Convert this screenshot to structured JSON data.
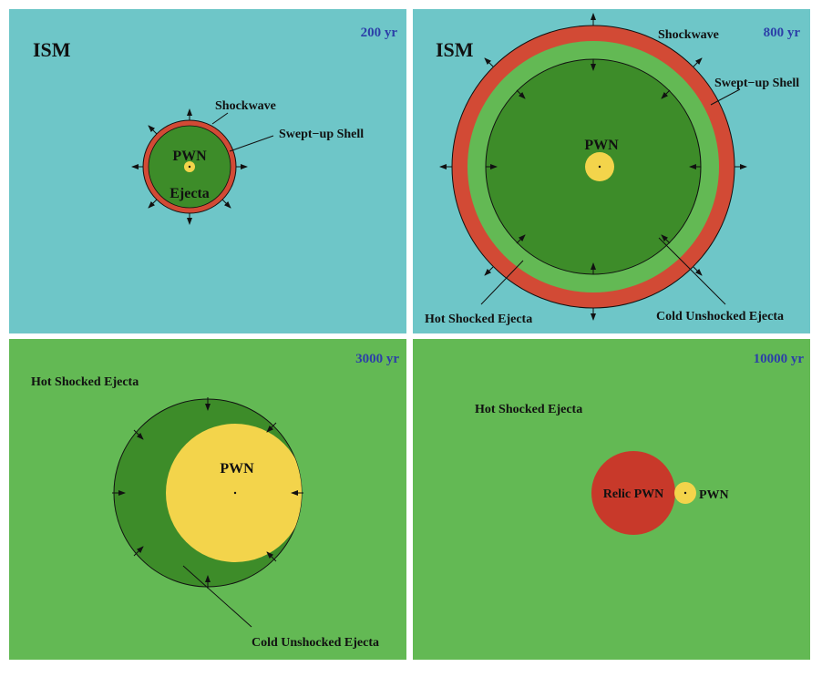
{
  "colors": {
    "ism": "#6ec6c8",
    "hot_ejecta": "#63b954",
    "cold_ejecta": "#3d8c29",
    "shell_red": "#d24a35",
    "pwn_yellow": "#f3d44b",
    "relic_red": "#c8392a",
    "age_blue": "#2c3fa8",
    "outline": "#111111"
  },
  "panels": [
    {
      "age": "200 yr",
      "labels": {
        "ism": "ISM",
        "shockwave": "Shockwave",
        "swept_shell": "Swept−up Shell",
        "pwn": "PWN",
        "ejecta": "Ejecta"
      }
    },
    {
      "age": "800 yr",
      "labels": {
        "ism": "ISM",
        "shockwave": "Shockwave",
        "swept_shell": "Swept−up Shell",
        "pwn": "PWN",
        "hot_shocked": "Hot Shocked Ejecta",
        "cold_unshocked": "Cold Unshocked Ejecta"
      }
    },
    {
      "age": "3000 yr",
      "labels": {
        "hot_shocked": "Hot Shocked Ejecta",
        "pwn": "PWN",
        "cold_unshocked": "Cold Unshocked Ejecta"
      }
    },
    {
      "age": "10000 yr",
      "labels": {
        "hot_shocked": "Hot Shocked Ejecta",
        "relic_pwn": "Relic PWN",
        "pwn": "PWN"
      }
    }
  ]
}
